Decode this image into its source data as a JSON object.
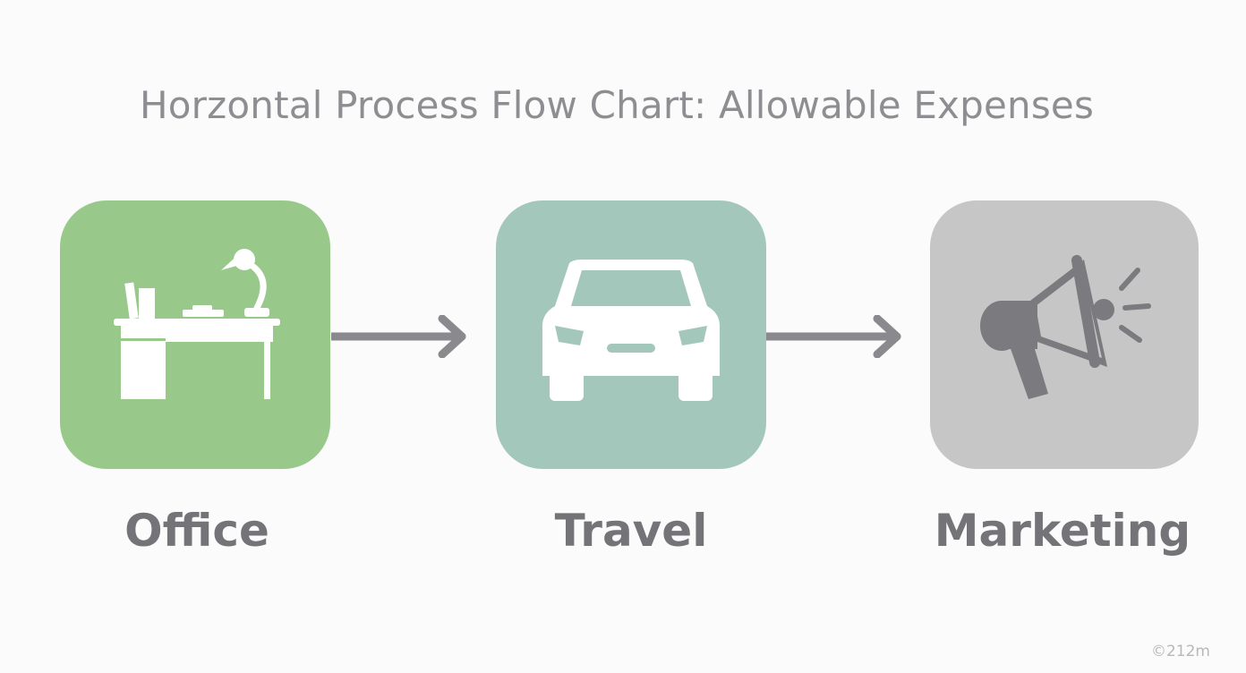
{
  "title": "Horzontal Process Flow Chart: Allowable Expenses",
  "steps": [
    {
      "label": "Office",
      "icon": "desk-lamp-icon",
      "color": "#98c98b"
    },
    {
      "label": "Travel",
      "icon": "car-icon",
      "color": "#a3c7bb"
    },
    {
      "label": "Marketing",
      "icon": "megaphone-icon",
      "color": "#c6c6c6"
    }
  ],
  "arrow_color": "#8a8a8e",
  "watermark": "©212m"
}
